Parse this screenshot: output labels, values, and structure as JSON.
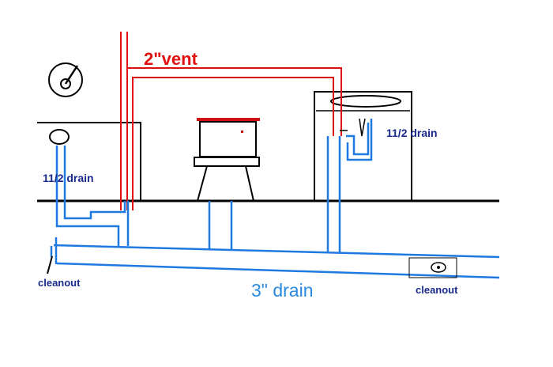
{
  "labels": {
    "vent": "2\"vent",
    "drain_left": "11/2 drain",
    "drain_right": "11/2 drain",
    "cleanout_left": "cleanout",
    "cleanout_right": "cleanout",
    "main_drain": "3\" drain"
  },
  "colors": {
    "vent": "#e01010",
    "drain": "#1e7ae0",
    "label_navy": "#1a2a8c",
    "main_label": "#2a8ae0",
    "line": "#000000"
  },
  "icons": [
    "gauge-icon"
  ]
}
